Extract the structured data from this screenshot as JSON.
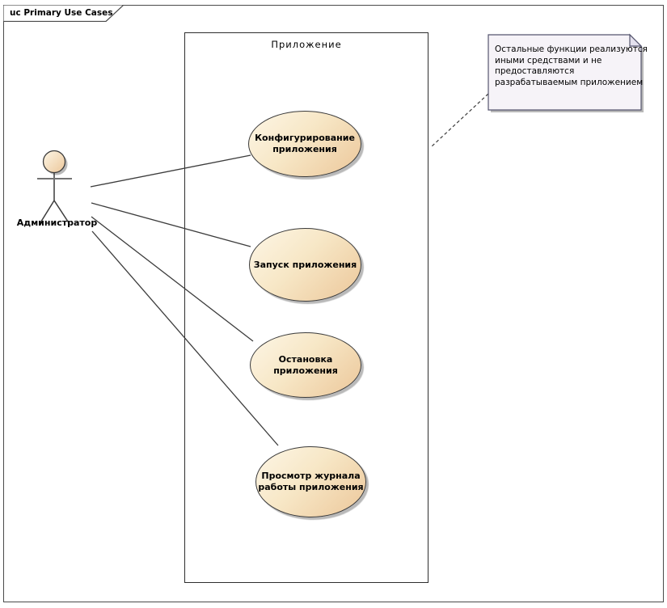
{
  "frame": {
    "title": "uc Primary Use Cases"
  },
  "boundary": {
    "label": "Приложение"
  },
  "actor": {
    "label": "Администратор"
  },
  "use_cases": [
    {
      "id": "configure-application",
      "lines": [
        "Конфигурирование",
        "приложения"
      ]
    },
    {
      "id": "start-application",
      "lines": [
        "Запуск приложения"
      ]
    },
    {
      "id": "stop-application",
      "lines": [
        "Остановка",
        "приложения"
      ]
    },
    {
      "id": "view-application-log",
      "lines": [
        "Просмотр журнала",
        "работы приложения"
      ]
    }
  ],
  "note": {
    "lines": [
      "Остальные функции реализуются",
      "иными средствами и не",
      "предоставляются",
      "разрабатываемым приложением"
    ]
  },
  "colors": {
    "ellipse_fill_light": "#fdf6e6",
    "ellipse_fill_dark": "#ecc79a",
    "ellipse_border": "#3a3a3a",
    "note_fill": "#f6f3f8",
    "note_fold": "#e4e1ee",
    "note_border": "#55556e",
    "connector_line": "#3c3c3c",
    "shadow": "#b9b9b9",
    "frame_border": "#4a4a4a"
  }
}
